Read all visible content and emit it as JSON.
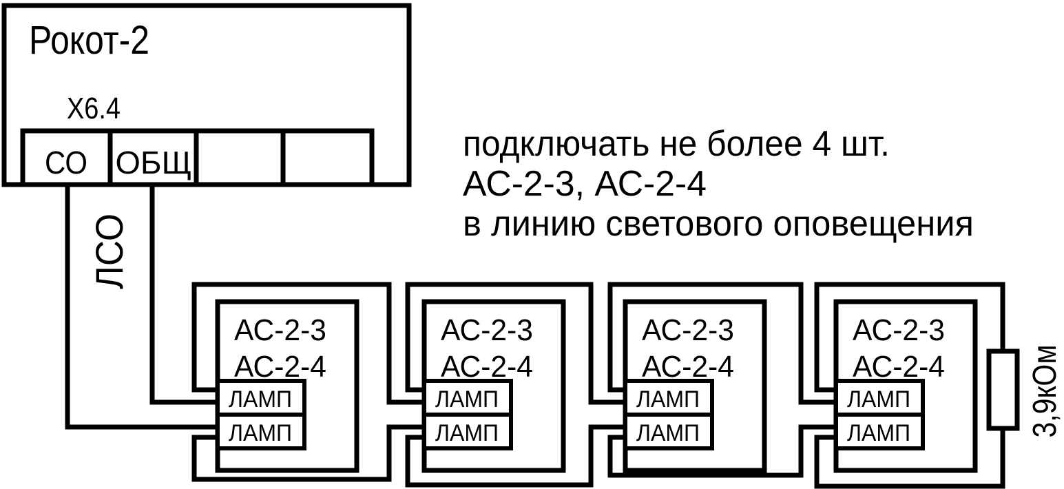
{
  "device": {
    "title": "Рокот-2",
    "connector": "Х6.4",
    "terminals": [
      "СО",
      "ОБЩ",
      "",
      ""
    ]
  },
  "line_label": "ЛСО",
  "note": {
    "line1": "подключать не более 4 шт.",
    "line2": "АС-2-3, АС-2-4",
    "line3": "в линию светового оповещения"
  },
  "annunciator": {
    "model_line1": "АС-2-3",
    "model_line2": "АС-2-4",
    "terminal_upper": "ЛАМП",
    "terminal_lower": "ЛАМП"
  },
  "resistor": {
    "value": "3,9кОм"
  },
  "colors": {
    "line": "#000000",
    "background": "#ffffff",
    "text": "#000000"
  }
}
